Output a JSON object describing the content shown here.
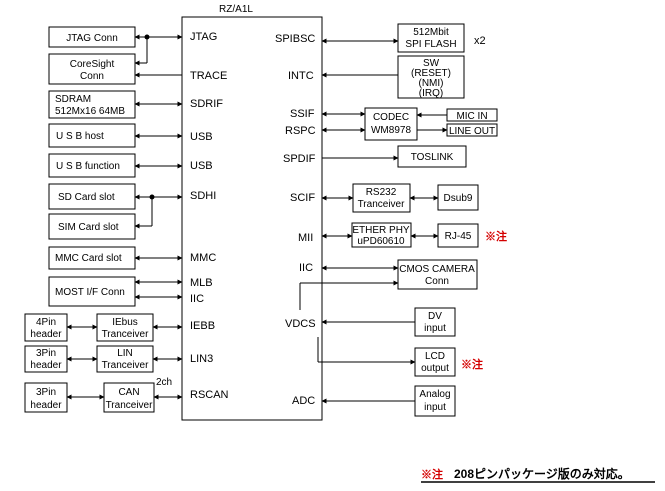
{
  "title": "RZ/A1L",
  "chip_pins_left": {
    "jtag": "JTAG",
    "trace": "TRACE",
    "sdrif": "SDRIF",
    "usb1": "USB",
    "usb2": "USB",
    "sdhi": "SDHI",
    "mmc": "MMC",
    "mlb": "MLB",
    "iic": "IIC",
    "iebb": "IEBB",
    "lin3": "LIN3",
    "rscan": "RSCAN"
  },
  "chip_pins_right": {
    "spibsc": "SPIBSC",
    "intc": "INTC",
    "ssif": "SSIF",
    "rspc": "RSPC",
    "spdif": "SPDIF",
    "scif": "SCIF",
    "mii": "MII",
    "iic": "IIC",
    "vdcs": "VDCS",
    "adc": "ADC"
  },
  "left_boxes": {
    "jtag_conn": "JTAG Conn",
    "coresight_1": "CoreSight",
    "coresight_2": "Conn",
    "sdram_1": "SDRAM",
    "sdram_2": "512Mx16 64MB",
    "usb_host": "U S B host",
    "usb_function": "U S B function",
    "sd_card": "SD Card slot",
    "sim_card": "SIM Card slot",
    "mmc_card": "MMC Card slot",
    "most_if": "MOST I/F Conn",
    "hdr4_1": "4Pin",
    "hdr4_2": "header",
    "iebus_1": "IEbus",
    "iebus_2": "Tranceiver",
    "hdr3a_1": "3Pin",
    "hdr3a_2": "header",
    "lin_1": "LIN",
    "lin_2": "Tranceiver",
    "hdr3b_1": "3Pin",
    "hdr3b_2": "header",
    "can_1": "CAN",
    "can_2": "Tranceiver",
    "can_ch": "2ch"
  },
  "right_boxes": {
    "spi_1": "512Mbit",
    "spi_2": "SPI FLASH",
    "spi_mult": "x2",
    "sw_1": "SW",
    "sw_2": "(RESET)",
    "sw_3": "(NMI)",
    "sw_4": "(IRQ)",
    "codec_1": "CODEC",
    "codec_2": "WM8978",
    "mic_in": "MIC IN",
    "line_out": "LINE OUT",
    "toslink": "TOSLINK",
    "rs232_1": "RS232",
    "rs232_2": "Tranceiver",
    "dsub9": "Dsub9",
    "ether_1": "ETHER PHY",
    "ether_2": "uPD60610",
    "rj45": "RJ-45",
    "cmos_1": "CMOS CAMERA",
    "cmos_2": "Conn",
    "dv_1": "DV",
    "dv_2": "input",
    "lcd_1": "LCD",
    "lcd_2": "output",
    "analog_1": "Analog",
    "analog_2": "input"
  },
  "marks": {
    "rj45_note": "※注",
    "lcd_note": "※注"
  },
  "footnote": {
    "mark": "※注",
    "text": "208ピンパッケージ版のみ対応。"
  }
}
